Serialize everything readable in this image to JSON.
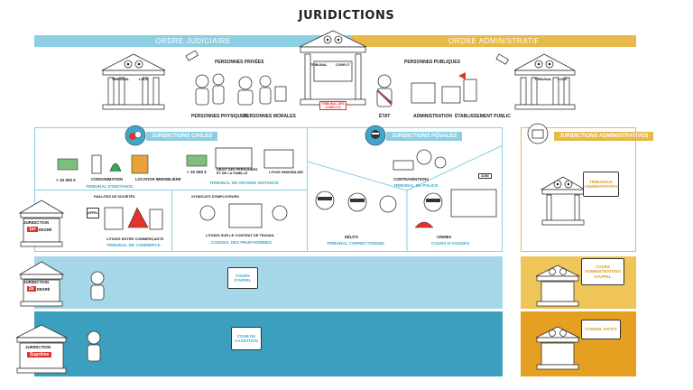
{
  "title": "JURIDICTIONS",
  "orders": {
    "judiciaire": "ORDRE JUDICIAIRE",
    "administratif": "ORDRE ADMINISTRATIF"
  },
  "parties": {
    "privees": "PERSONNES PRIVÉES",
    "publiques": "PERSONNES PUBLIQUES",
    "physiques": "PERSONNES PHYSIQUES",
    "morales": "PERSONNES MORALES",
    "etat": "ÉTAT",
    "administration": "ADMINISTRATION",
    "etablissement": "ÉTABLISSEMENT PUBLIC"
  },
  "top_buildings": {
    "left_sign_1": "TRIBUNAL",
    "left_sign_2": "LOUX",
    "center_sign_1": "TRIBUNAL",
    "center_sign_2": "CONFLIT",
    "center_plate": "TRIBUNAL DES CONFLITS",
    "right_sign_1": "TRIBUNAL",
    "right_sign_2": "LOUX"
  },
  "civiles": {
    "header": "JURIDICTIONS CIVILES",
    "amount_1": "< 10 000 €",
    "consommation": "CONSOMMATION",
    "location": "LOCATION IMMOBILIÈRE",
    "tribunal_instance": "TRIBUNAL D'INSTANCE",
    "amount_2": "> 10 000 €",
    "droit_personnes": "DROIT DES PERSONNES ET DE LA FAMILLE",
    "litige_immobilier": "LITIGE IMMOBILIER",
    "tribunal_grande_instance": "TRIBUNAL DE GRANDE INSTANCE",
    "faillites": "FAILLITES DE SOCIÉTÉS",
    "litiges_commerciaux": "LITIGES ENTRE COMMERÇANTS",
    "tribunal_commerce": "TRIBUNAL DE COMMERCE",
    "syndicats": "SYNDICATS D'EMPLOYEURS",
    "litiges_travail": "LITIGES SUR LE CONTRAT DE TRAVAIL",
    "conseil_prudhommes": "CONSEIL DES PRUD'HOMMES",
    "apple_sign": "APPEL"
  },
  "penales": {
    "header": "JURIDICTIONS PÉNALES",
    "contraventions": "CONTRAVENTIONS",
    "tribunal_police": "TRIBUNAL DE POLICE",
    "delits": "DÉLITS",
    "tribunal_correctionnel": "TRIBUNAL CORRECTIONNEL",
    "crimes": "CRIMES",
    "cour_assises": "COURS D'ASSISES",
    "juin_tag": "JUIN"
  },
  "administratives": {
    "header": "JURIDICTIONS ADMINISTRATIVES",
    "tribunaux": "TRIBUNAUX ADMINISTRATIFS"
  },
  "degrees": {
    "first_word": "JURIDICTION",
    "first_num": "1er",
    "first_suffix": "DEGRÉ",
    "second_word": "JURIDICTION",
    "second_num": "2e",
    "second_suffix": "DEGRÉ",
    "supreme_word": "JURIDICTION",
    "supreme_tag": "Suprême"
  },
  "appeal": {
    "cour_appel": "COURS D'APPEL",
    "cour_cassation": "COUR DE CASSATION",
    "caa": "COURS ADMINISTRATIVES D'APPEL",
    "conseil_etat": "CONSEIL D'ÉTAT"
  },
  "colors": {
    "judiciaire": "#8ccfe3",
    "administratif": "#e7b949",
    "appel_bg": "#a5d7e8",
    "cassation_bg": "#3c9fbd",
    "caa_bg": "#efc55a",
    "ce_bg": "#e59f21",
    "accent_red": "#e2322b"
  }
}
